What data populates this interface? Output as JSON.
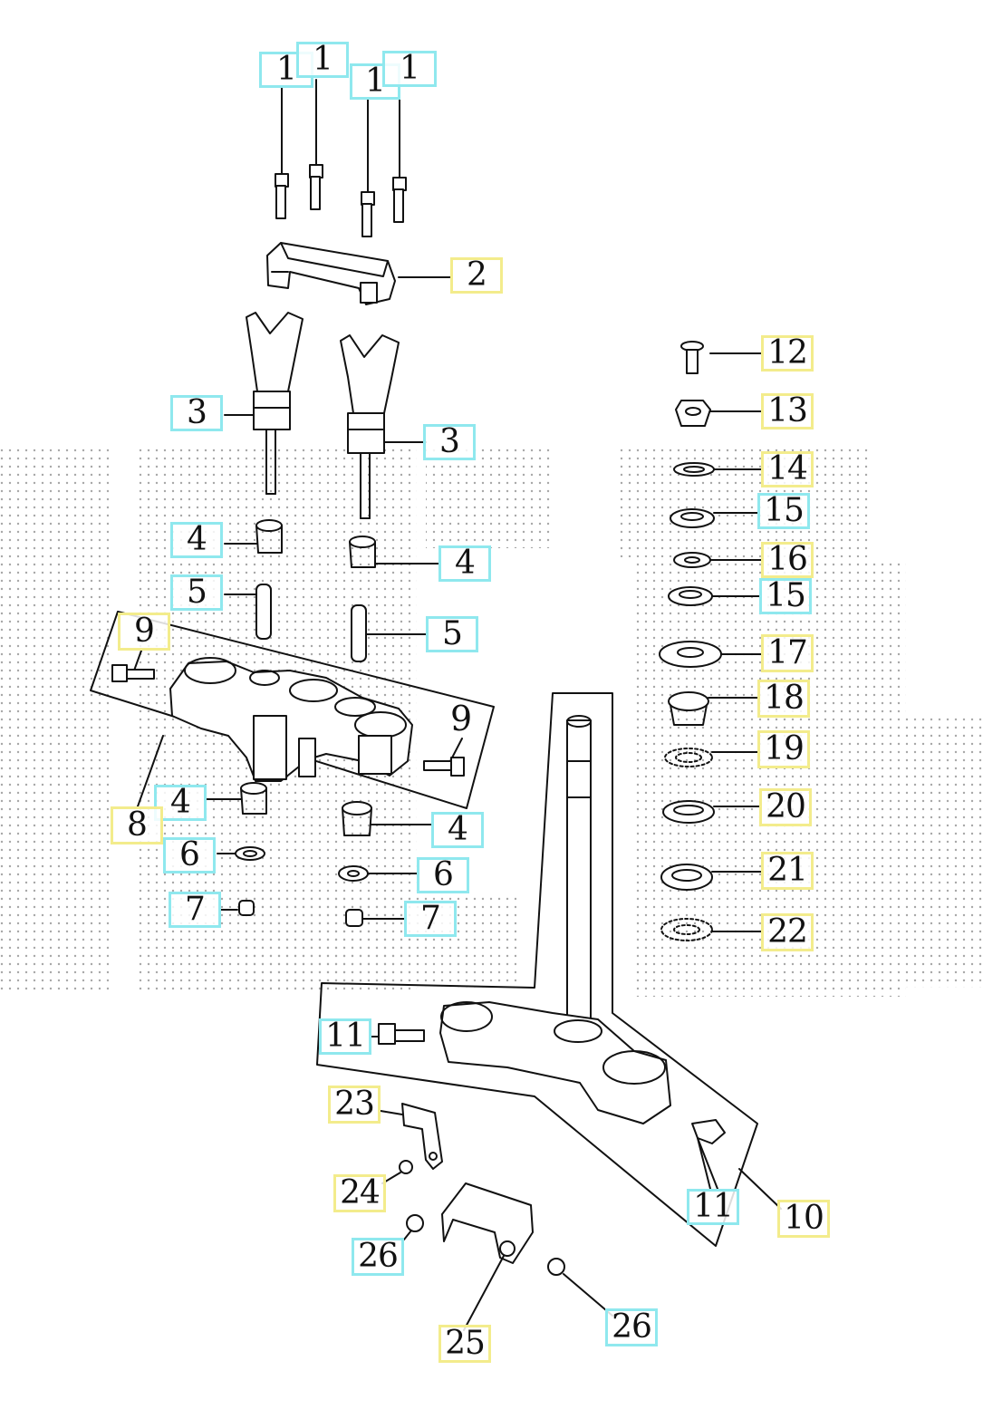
{
  "colors": {
    "cyan_box": "#8fe8ee",
    "yellow_box": "#f3ec8c",
    "line": "#111111",
    "dots": "#8a8a8a"
  },
  "parts": [
    {
      "id": "p1a",
      "label": "1",
      "style": "cyan"
    },
    {
      "id": "p1b",
      "label": "1",
      "style": "cyan"
    },
    {
      "id": "p1c",
      "label": "1",
      "style": "cyan"
    },
    {
      "id": "p1d",
      "label": "1",
      "style": "cyan"
    },
    {
      "id": "p2",
      "label": "2",
      "style": "yellow"
    },
    {
      "id": "p3a",
      "label": "3",
      "style": "cyan"
    },
    {
      "id": "p3b",
      "label": "3",
      "style": "cyan"
    },
    {
      "id": "p4a",
      "label": "4",
      "style": "cyan"
    },
    {
      "id": "p4b",
      "label": "4",
      "style": "cyan"
    },
    {
      "id": "p4c",
      "label": "4",
      "style": "cyan"
    },
    {
      "id": "p4d",
      "label": "4",
      "style": "cyan"
    },
    {
      "id": "p5a",
      "label": "5",
      "style": "cyan"
    },
    {
      "id": "p5b",
      "label": "5",
      "style": "cyan"
    },
    {
      "id": "p6a",
      "label": "6",
      "style": "cyan"
    },
    {
      "id": "p6b",
      "label": "6",
      "style": "cyan"
    },
    {
      "id": "p7a",
      "label": "7",
      "style": "cyan"
    },
    {
      "id": "p7b",
      "label": "7",
      "style": "cyan"
    },
    {
      "id": "p8",
      "label": "8",
      "style": "yellow"
    },
    {
      "id": "p9a",
      "label": "9",
      "style": "yellow"
    },
    {
      "id": "p9b",
      "label": "9",
      "style": "none"
    },
    {
      "id": "p10",
      "label": "10",
      "style": "yellow"
    },
    {
      "id": "p11a",
      "label": "11",
      "style": "cyan"
    },
    {
      "id": "p11b",
      "label": "11",
      "style": "cyan"
    },
    {
      "id": "p12",
      "label": "12",
      "style": "yellow"
    },
    {
      "id": "p13",
      "label": "13",
      "style": "yellow"
    },
    {
      "id": "p14",
      "label": "14",
      "style": "yellow"
    },
    {
      "id": "p15a",
      "label": "15",
      "style": "cyan"
    },
    {
      "id": "p16",
      "label": "16",
      "style": "yellow"
    },
    {
      "id": "p15b",
      "label": "15",
      "style": "cyan"
    },
    {
      "id": "p17",
      "label": "17",
      "style": "yellow"
    },
    {
      "id": "p18",
      "label": "18",
      "style": "yellow"
    },
    {
      "id": "p19",
      "label": "19",
      "style": "yellow"
    },
    {
      "id": "p20",
      "label": "20",
      "style": "yellow"
    },
    {
      "id": "p21",
      "label": "21",
      "style": "yellow"
    },
    {
      "id": "p22",
      "label": "22",
      "style": "yellow"
    },
    {
      "id": "p23",
      "label": "23",
      "style": "yellow"
    },
    {
      "id": "p24",
      "label": "24",
      "style": "yellow"
    },
    {
      "id": "p25",
      "label": "25",
      "style": "yellow"
    },
    {
      "id": "p26a",
      "label": "26",
      "style": "cyan"
    },
    {
      "id": "p26b",
      "label": "26",
      "style": "cyan"
    }
  ]
}
